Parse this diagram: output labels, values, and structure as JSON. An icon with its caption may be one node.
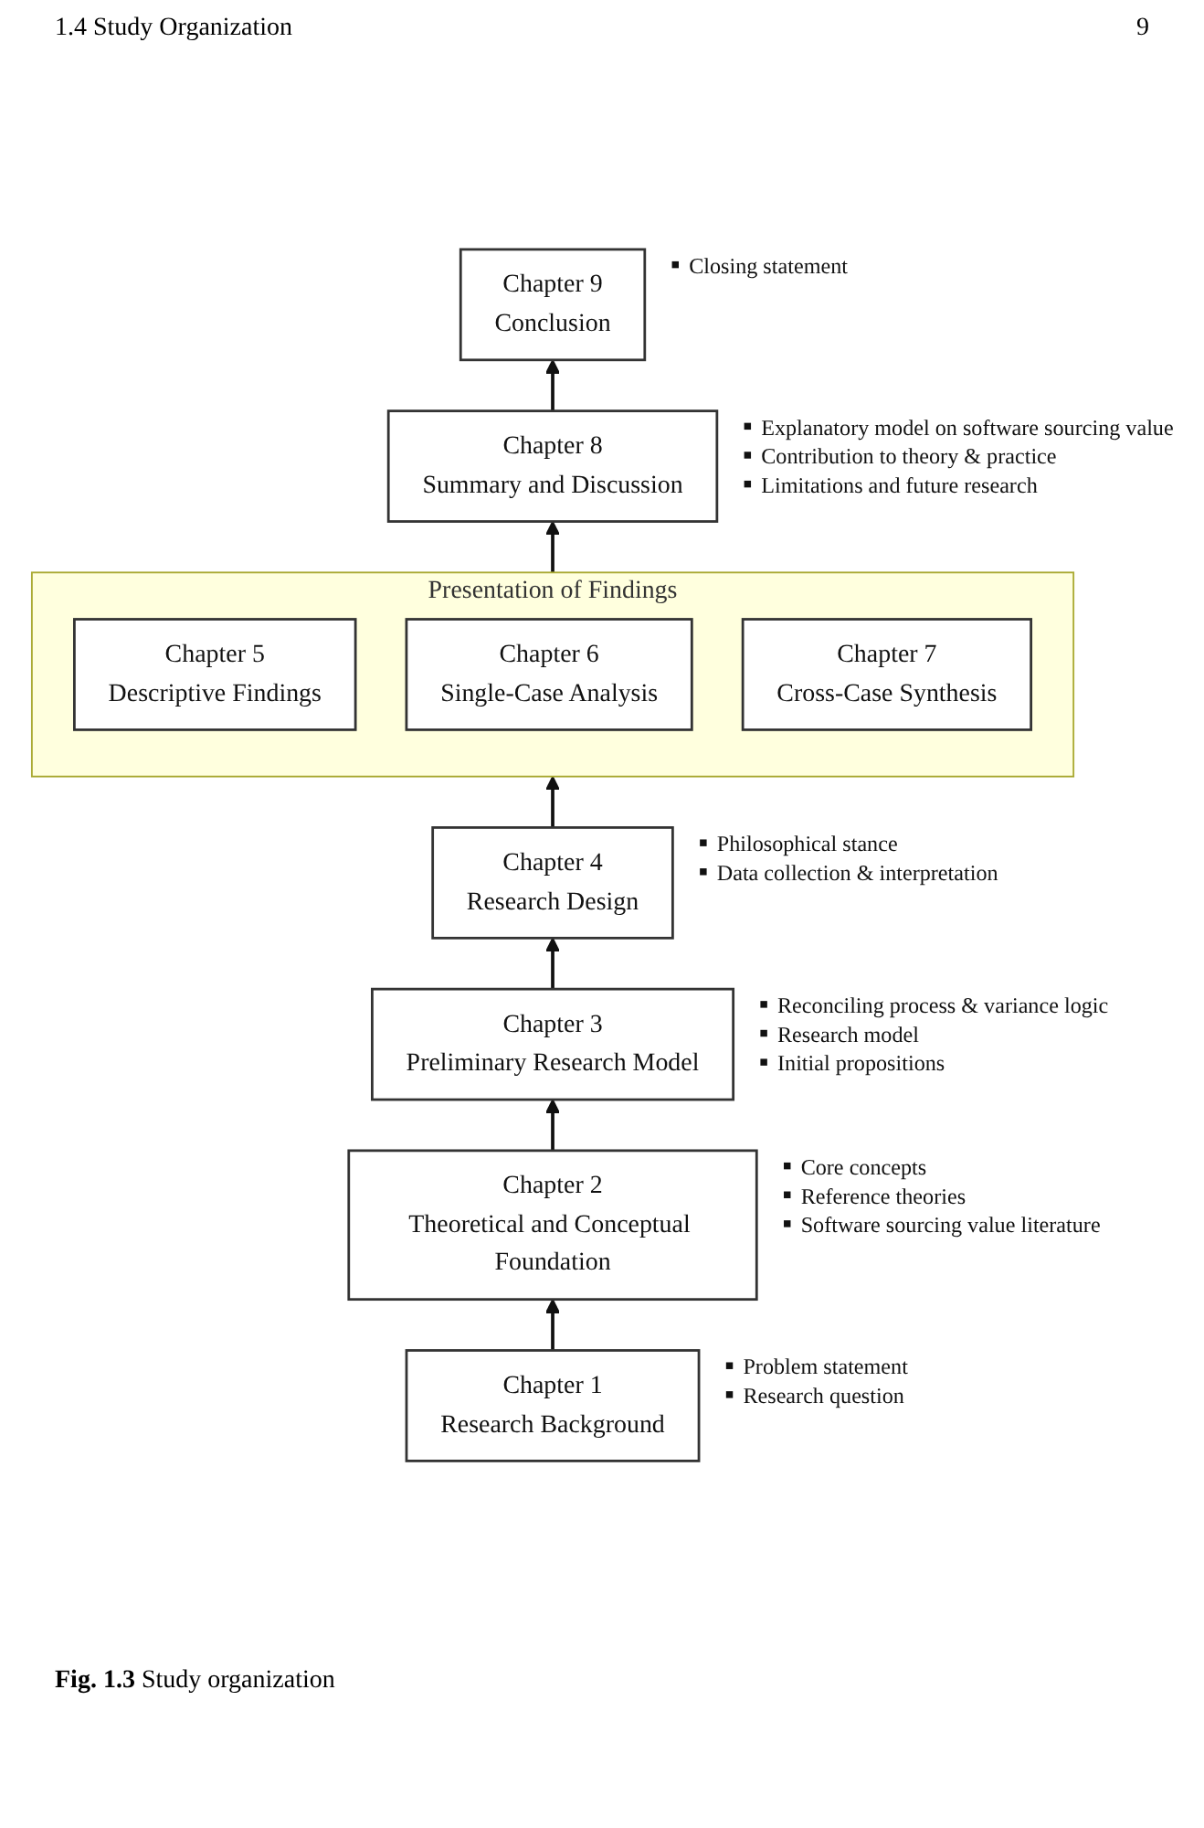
{
  "diagram": {
    "caption": "**Fig. 1.3** Study organization",
    "nodes": [
      {
        "text": [
          "Chapter 1",
          "Research Background"
        ],
        "beside": [
          "Problem statement",
          "Research question"
        ]
      },
      {
        "text": [
          "Chapter 2",
          "Theoretical and Conceptual Foundation"
        ],
        "beside": [
          "Core concepts",
          "Reference theories",
          "Software sourcing value literature"
        ]
      },
      {
        "text": [
          "Chapter 3",
          "Preliminary Research Model"
        ],
        "beside": [
          "Reconciling process & variance logic",
          "Research model",
          "Initial propositions"
        ]
      },
      {
        "text": [
          "Chapter 4",
          "Research Design"
        ],
        "beside": [
          "Philosophical stance",
          "Data collection & interpretation"
        ]
      },
      {
        "text": [
          "Presentation of Findings"
        ]
      },
      {
        "text": [
          "Chapter 5",
          "Descriptive Findings"
        ],
        "in": 4
      },
      {
        "text": [
          "Chapter 6",
          "Single-Case Analysis"
        ],
        "in": 4
      },
      {
        "text": [
          "Chapter 7",
          "Cross-Case Synthesis"
        ],
        "in": 4
      },
      {
        "text": [
          "Chapter 8",
          "Summary and Discussion"
        ],
        "beside": [
          "Explanatory model on software sourcing value",
          "Contribution to theory & practice",
          "Limitations and future research"
        ]
      },
      {
        "text": [
          "Chapter 9",
          "Conclusion"
        ],
        "beside": [
          "Closing statement"
        ]
      }
    ],
    "edges": [
      {
        "from": 0,
        "to": 1,
        "arrow": "to"
      },
      {
        "from": 1,
        "to": 2,
        "arrow": "to"
      },
      {
        "from": 2,
        "to": 3,
        "arrow": "to"
      },
      {
        "from": 3,
        "to": 4,
        "arrow": "to"
      },
      {
        "from": 4,
        "to": 8,
        "arrow": "to"
      },
      {
        "from": 8,
        "to": 9,
        "arrow": "to"
      }
    ],
    "labels": [
      "1.4 Study Organization",
      "9"
    ]
  }
}
